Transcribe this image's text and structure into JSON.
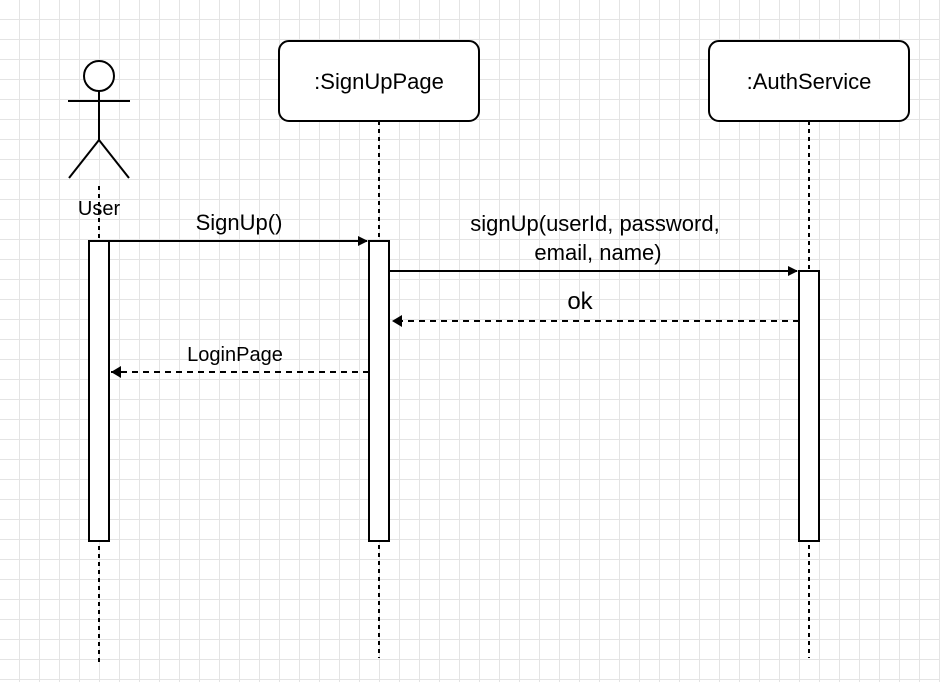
{
  "diagram": {
    "type": "sequence",
    "actor": {
      "label": "User"
    },
    "lifelines": [
      {
        "id": "signup",
        "label": ":SignUpPage"
      },
      {
        "id": "auth",
        "label": ":AuthService"
      }
    ],
    "messages": [
      {
        "label_lines": [
          "SignUp()"
        ],
        "from": "User",
        "to": ":SignUpPage",
        "kind": "call"
      },
      {
        "label_lines": [
          "signUp(userId, password,",
          "email, name)"
        ],
        "from": ":SignUpPage",
        "to": ":AuthService",
        "kind": "call"
      },
      {
        "label_lines": [
          "ok"
        ],
        "from": ":AuthService",
        "to": ":SignUpPage",
        "kind": "return"
      },
      {
        "label_lines": [
          "LoginPage"
        ],
        "from": ":SignUpPage",
        "to": "User",
        "kind": "return"
      }
    ],
    "colors": {
      "line": "#000000",
      "background": "#ffffff",
      "grid": "#e4e4e4"
    }
  }
}
